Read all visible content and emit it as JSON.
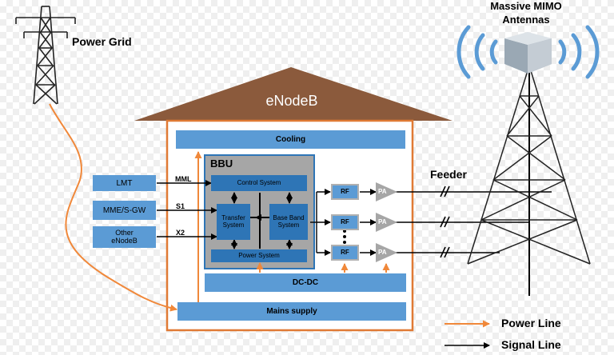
{
  "labels": {
    "power_grid": "Power Grid",
    "massive_mimo": "Massive MIMO",
    "antennas": "Antennas",
    "feeder": "Feeder",
    "enodeb": "eNodeB",
    "power_line": "Power Line",
    "signal_line": "Signal Line"
  },
  "blocks": {
    "cooling": "Cooling",
    "bbu": "BBU",
    "control_system": "Control System",
    "transfer_system": "Transfer\nSystem",
    "base_band_system": "Base Band\nSystem",
    "power_system": "Power System",
    "dc_dc": "DC-DC",
    "mains_supply": "Mains supply",
    "rf": "RF",
    "pa": "PA"
  },
  "external": {
    "lmt": "LMT",
    "mme_sgw": "MME/S-GW",
    "other_enodeb": "Other\neNodeB"
  },
  "interfaces": {
    "mml": "MML",
    "s1": "S1",
    "x2": "X2"
  },
  "colors": {
    "block_blue": "#5b9bd5",
    "block_dark": "#2e75b6",
    "bbu_gray": "#a6a6a6",
    "roof_brown": "#8b5a3c",
    "power_orange": "#f0883a",
    "signal_black": "#000000",
    "mimo_wave_blue": "#5b9bd5"
  }
}
